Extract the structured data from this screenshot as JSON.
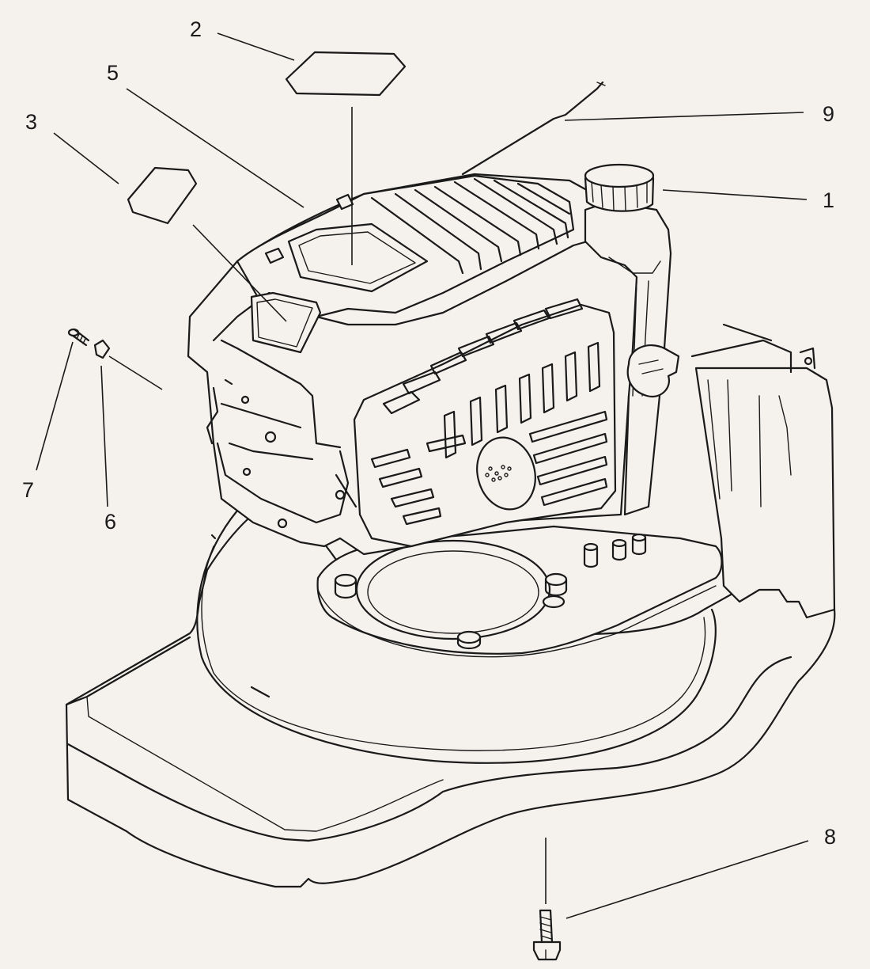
{
  "callouts": [
    {
      "id": "1",
      "label": "1"
    },
    {
      "id": "2",
      "label": "2"
    },
    {
      "id": "3",
      "label": "3"
    },
    {
      "id": "5",
      "label": "5"
    },
    {
      "id": "6",
      "label": "6"
    },
    {
      "id": "7",
      "label": "7"
    },
    {
      "id": "8",
      "label": "8"
    },
    {
      "id": "9",
      "label": "9"
    }
  ]
}
